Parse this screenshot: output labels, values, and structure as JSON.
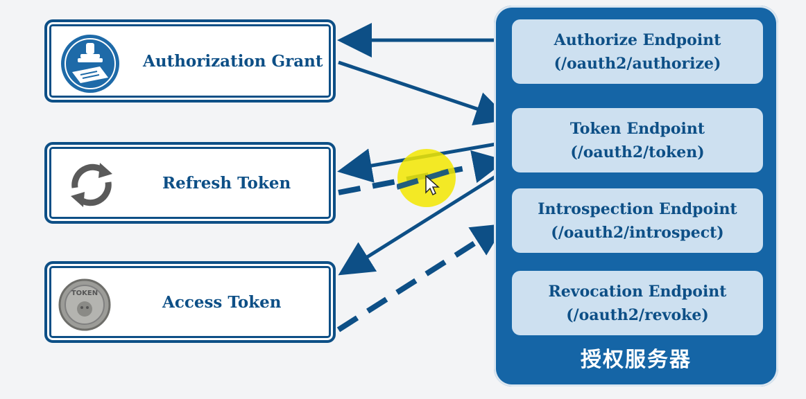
{
  "left": {
    "grant": {
      "label": "Authorization Grant",
      "icon": "stamp-document-icon"
    },
    "refresh": {
      "label": "Refresh Token",
      "icon": "refresh-icon"
    },
    "access": {
      "label": "Access Token",
      "icon": "token-coin-icon",
      "coin_text": "TOKEN"
    }
  },
  "server": {
    "title": "授权服务器",
    "endpoints": [
      {
        "name": "Authorize Endpoint",
        "path": "(/oauth2/authorize)"
      },
      {
        "name": "Token Endpoint",
        "path": "(/oauth2/token)"
      },
      {
        "name": "Introspection Endpoint",
        "path": "(/oauth2/introspect)"
      },
      {
        "name": "Revocation Endpoint",
        "path": "(/oauth2/revoke)"
      }
    ]
  },
  "colors": {
    "primary": "#0d4f86",
    "panel": "#1565a6",
    "endpoint_bg": "#cde0f0",
    "highlight": "#f2e600"
  }
}
